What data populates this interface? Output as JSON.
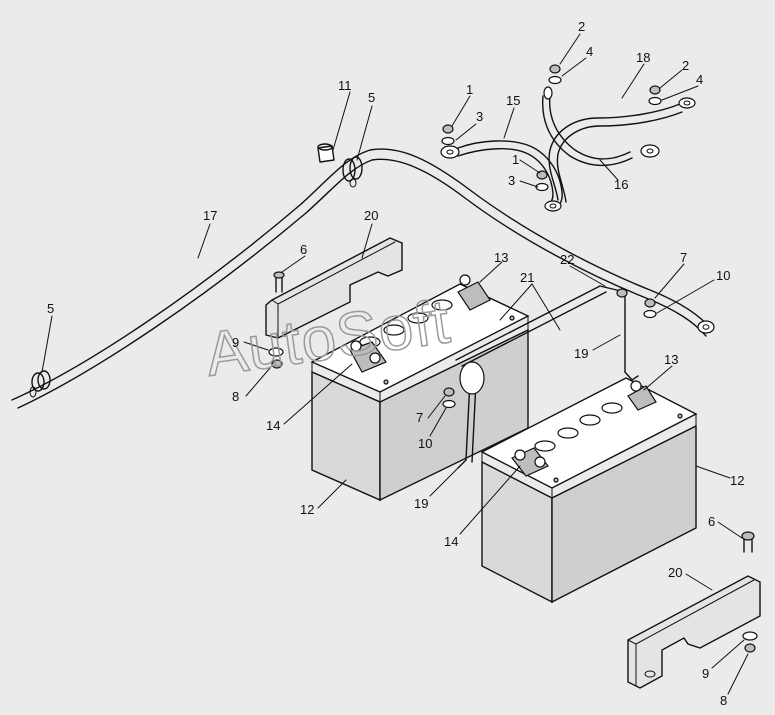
{
  "watermark": "AutoSoft",
  "callouts": {
    "c1a": "1",
    "c1b": "1",
    "c2a": "2",
    "c2b": "2",
    "c3a": "3",
    "c3b": "3",
    "c4a": "4",
    "c4b": "4",
    "c5a": "5",
    "c5b": "5",
    "c6a": "6",
    "c6b": "6",
    "c7a": "7",
    "c7b": "7",
    "c8a": "8",
    "c8b": "8",
    "c9a": "9",
    "c9b": "9",
    "c10a": "10",
    "c10b": "10",
    "c11": "11",
    "c12a": "12",
    "c12b": "12",
    "c13a": "13",
    "c13b": "13",
    "c14a": "14",
    "c14b": "14",
    "c15": "15",
    "c16": "16",
    "c17": "17",
    "c18": "18",
    "c19a": "19",
    "c19b": "19",
    "c20a": "20",
    "c20b": "20",
    "c21": "21",
    "c22": "22"
  }
}
